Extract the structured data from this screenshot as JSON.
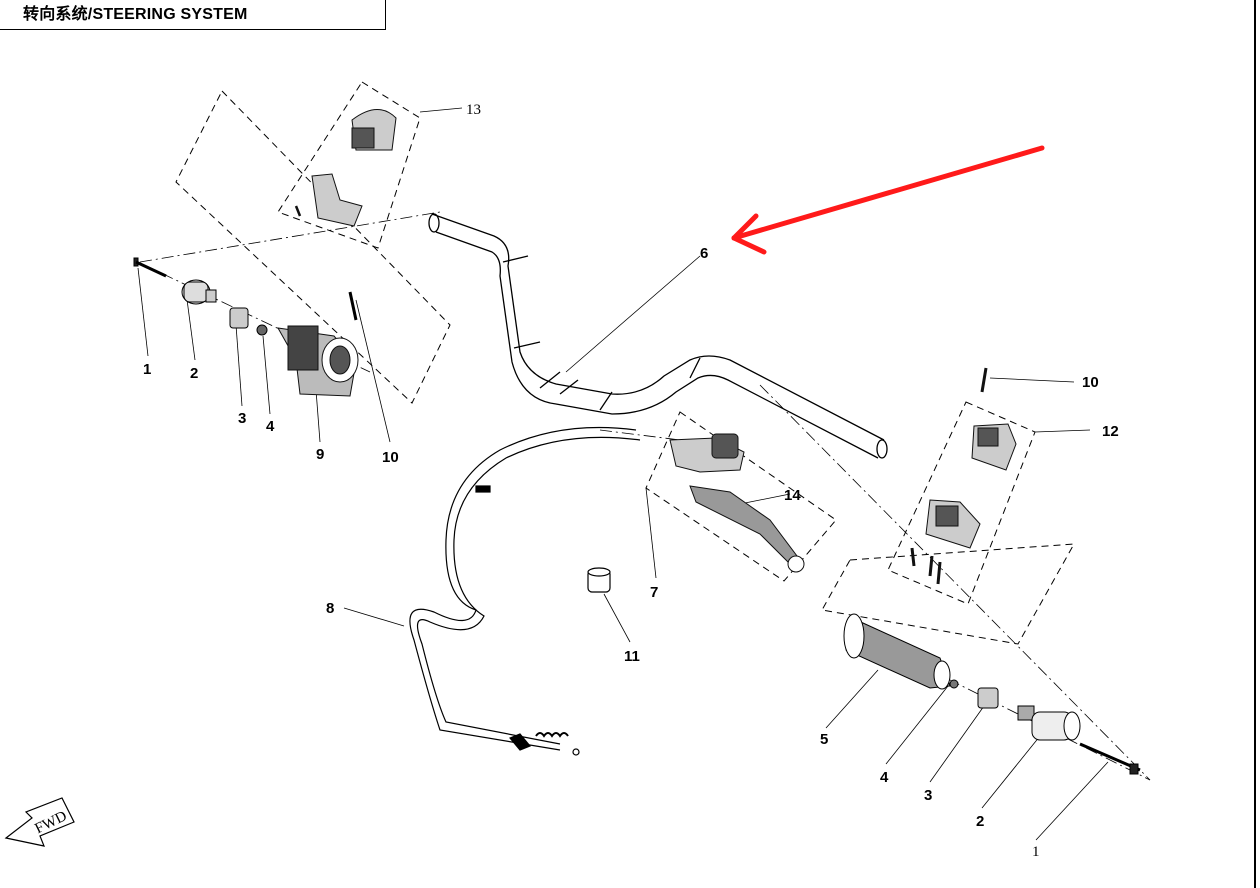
{
  "header": {
    "title": "转向系统/STEERING SYSTEM"
  },
  "callouts": {
    "n1": "1",
    "n2": "2",
    "n3": "3",
    "n4": "4",
    "n5": "5",
    "n6": "6",
    "n7": "7",
    "n8": "8",
    "n9": "9",
    "n10": "10",
    "n11": "11",
    "n12": "12",
    "n13": "13",
    "n14": "14"
  },
  "fwd": {
    "label": "FWD"
  },
  "colors": {
    "arrow": "#ff1a1a",
    "line": "#000000"
  }
}
